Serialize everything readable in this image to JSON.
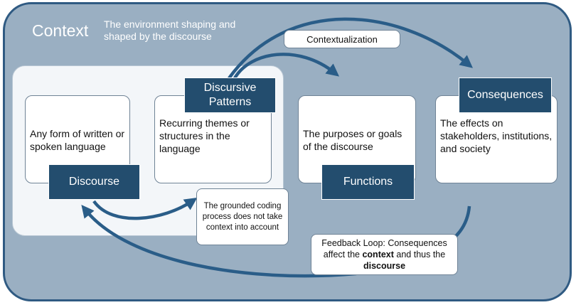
{
  "context": {
    "title": "Context",
    "subtitle": "The environment shaping and shaped by the discourse"
  },
  "nodes": {
    "discourse": {
      "label": "Discourse",
      "description": "Any form of written or spoken language"
    },
    "patterns": {
      "label": "Discursive Patterns",
      "description": "Recurring themes or structures in the language"
    },
    "functions": {
      "label": "Functions",
      "description": "The purposes or goals of the discourse"
    },
    "consequences": {
      "label": "Consequences",
      "description": "The effects on stakeholders, institutions, and society"
    }
  },
  "labels": {
    "contextualization": "Contextualization",
    "grounded_note": "The grounded coding process does not take context into account",
    "feedback_pre": "Feedback Loop: Consequences affect the ",
    "feedback_bold1": "context",
    "feedback_mid": " and thus the ",
    "feedback_bold2": "discourse"
  },
  "colors": {
    "context_fill": "#9aafc2",
    "border": "#2f5a82",
    "tag_fill": "#234d6e",
    "arrow": "#2a5d88"
  }
}
